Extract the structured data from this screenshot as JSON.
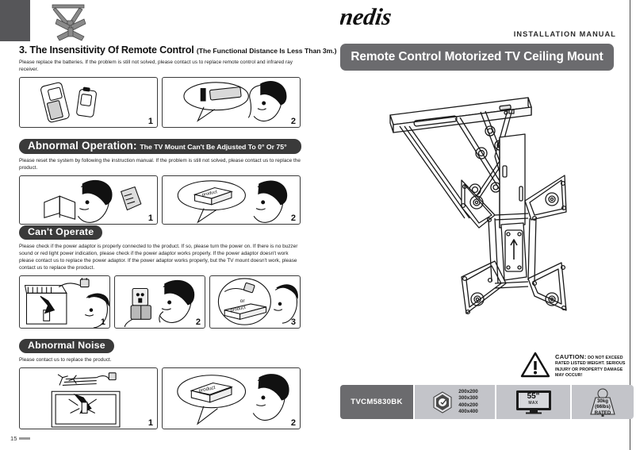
{
  "document": {
    "page_number": "15",
    "installation_manual_label": "INSTALLATION MANUAL",
    "brand": "nedis",
    "product_title": "Remote Control Motorized TV Ceiling Mount"
  },
  "sections": [
    {
      "id": "insensitivity-remote",
      "heading": "3. The Insensitivity Of Remote Control",
      "heading_sub": "(The Functional Distance Is Less Than 3m.)",
      "style": "plain",
      "body": "Please replace the batteries. If the problem is still not solved, please contact us to replace remote control and infrared ray receiver.",
      "frames": [
        {
          "num": "1",
          "art": "remote-batteries"
        },
        {
          "num": "2",
          "art": "remote-speech-man"
        }
      ]
    },
    {
      "id": "abnormal-operation",
      "heading": "Abnormal Operation:",
      "heading_sub": "The TV Mount Can't Be Adjusted To 0° Or 75°",
      "style": "pill-wide",
      "body": "Please reset the system by following the instruction manual. If the problem is still not solved, please contact us to replace the product.",
      "frames": [
        {
          "num": "1",
          "art": "manual-man-remote"
        },
        {
          "num": "2",
          "art": "box-speech-man"
        }
      ]
    },
    {
      "id": "cant-operate",
      "heading": "Can't Operate",
      "heading_sub": "",
      "style": "pill",
      "body": "Please check if the power adaptor is properly connected to the product. If so, please turn the power on. If there is no buzzer sound or red light power indication, please check if the power adaptor works properly. If the power adaptor doesn't work please contact us to replace the power adaptor. If the power adaptor works properly, but the TV mount doesn't work, please contact us to replace the product.",
      "frames": [
        {
          "num": "1",
          "art": "mount-plug-man"
        },
        {
          "num": "2",
          "art": "adaptor-man"
        },
        {
          "num": "3",
          "art": "or-product-man"
        }
      ]
    },
    {
      "id": "abnormal-noise",
      "heading": "Abnormal Noise",
      "heading_sub": "",
      "style": "pill",
      "body": "Please contact us to replace the product.",
      "frames": [
        {
          "num": "1",
          "art": "tv-mount-noise"
        },
        {
          "num": "2",
          "art": "box-speech-man"
        }
      ]
    }
  ],
  "caution": {
    "label": "CAUTION:",
    "text": "DO NOT EXCEED RATED LISTED WEIGHT. SERIOUS INJURY OR PROPERTY DAMAGE MAY OCCUR!"
  },
  "specs": {
    "model": "TVCM5830BK",
    "vesa_patterns": [
      "200x200",
      "300x300",
      "400x200",
      "400x400"
    ],
    "screen_size": "55\"",
    "screen_size_note": "MAX",
    "weight_kg": "30kg",
    "weight_lbs": "(66lbs)",
    "weight_note": "RATED"
  },
  "colors": {
    "dark_pill": "#3a3a3a",
    "title_bar": "#6b6b6e",
    "spec_cell": "#c3c4c9",
    "corner_block": "#565659"
  }
}
